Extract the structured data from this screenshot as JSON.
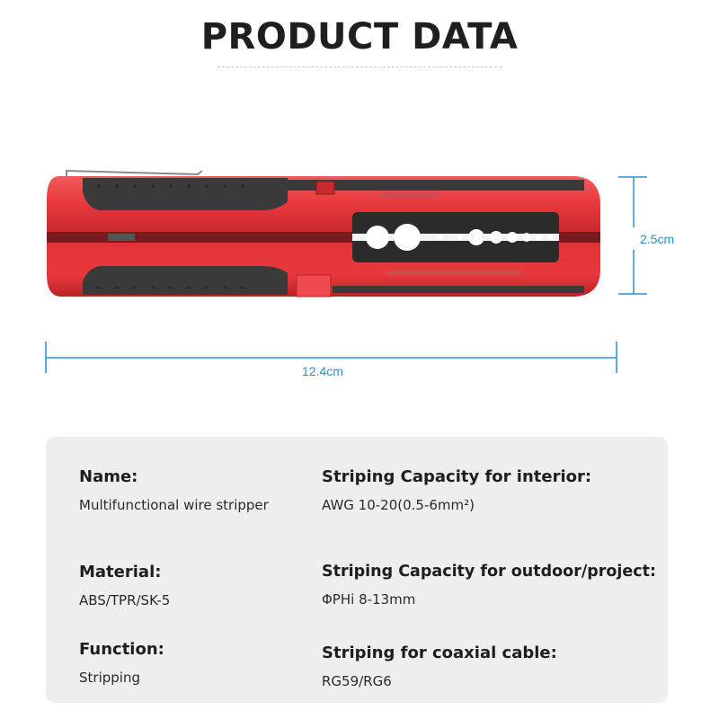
{
  "page": {
    "title": "PRODUCT DATA"
  },
  "dimensions": {
    "height": "2.5cm",
    "length": "12.4cm"
  },
  "colors": {
    "accent_dimension": "#2c8fcf",
    "tool_red": "#e8383b",
    "tool_dark": "#3a3a3a",
    "panel_bg": "#eeeeee"
  },
  "specs": {
    "name": {
      "label": "Name:",
      "value": "Multifunctional wire stripper"
    },
    "material": {
      "label": "Material:",
      "value": "ABS/TPR/SK-5"
    },
    "function": {
      "label": "Function:",
      "value": "Stripping"
    },
    "interior": {
      "label": "Striping Capacity for interior:",
      "value": "AWG 10-20(0.5-6mm²)"
    },
    "outdoor": {
      "label": "Striping Capacity for outdoor/project:",
      "value": "ΦPHi 8-13mm"
    },
    "coax": {
      "label": "Striping for coaxial cable:",
      "value": "RG59/RG6"
    }
  }
}
